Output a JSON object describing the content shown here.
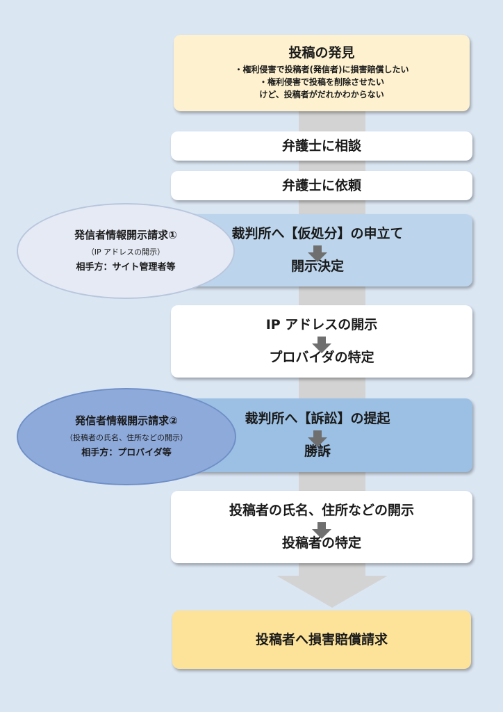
{
  "discovery": {
    "title": "投稿の発見",
    "lines": [
      "・権利侵害で投稿者(発信者)に損害賠償したい",
      "・権利侵害で投稿を削除させたい",
      "けど、投稿者がだれかわからない"
    ]
  },
  "consult": "弁護士に相談",
  "request": "弁護士に依頼",
  "stage1": {
    "top": "裁判所へ【仮処分】の申立て",
    "bottom": "開示決定",
    "oval": {
      "title": "発信者情報開示請求①",
      "sub": "（IP アドレスの開示）",
      "party": "相手方：サイト管理者等"
    }
  },
  "ip_box": {
    "top": "IP アドレスの開示",
    "bottom": "プロバイダの特定"
  },
  "stage2": {
    "top": "裁判所へ【訴訟】の提起",
    "bottom": "勝訴",
    "oval": {
      "title": "発信者情報開示請求②",
      "sub": "（投稿者の氏名、住所などの開示）",
      "party": "相手方：プロバイダ等"
    }
  },
  "identity_box": {
    "top": "投稿者の氏名、住所などの開示",
    "bottom": "投稿者の特定"
  },
  "final": "投稿者へ損害賠償請求",
  "colors": {
    "background": "#dbe6f3",
    "spine": "#d3d3d3",
    "white_box": "#ffffff",
    "stage1_box": "#bcd5ec",
    "stage2_box": "#9cc0e4",
    "discovery_box": "#fdf1cf",
    "final_box": "#fde39a",
    "oval1": "#e5eaf4",
    "oval2": "#8eaadb",
    "inline_arrow": "#6f6f6f"
  }
}
